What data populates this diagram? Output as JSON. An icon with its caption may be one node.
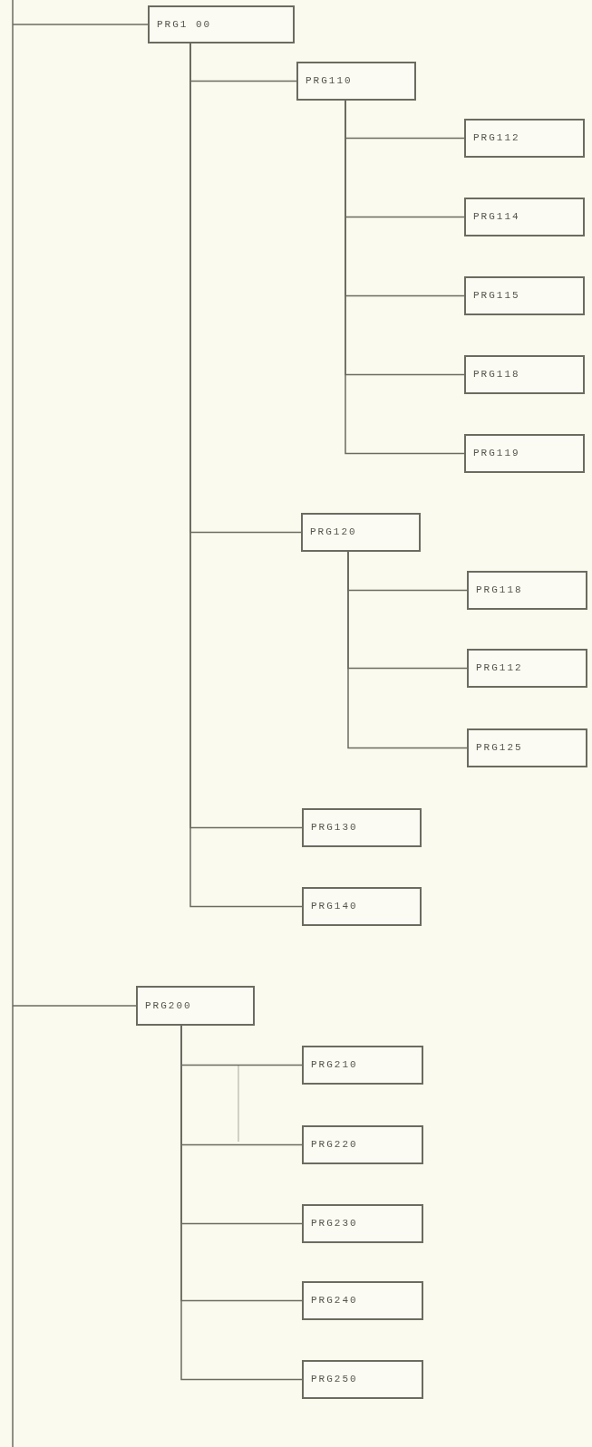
{
  "diagram": {
    "nodes": [
      {
        "text": [
          "PRG1 00"
        ]
      },
      {
        "text": [
          "PRG110"
        ]
      },
      {
        "text": [
          "PRG112"
        ]
      },
      {
        "text": [
          "PRG114"
        ]
      },
      {
        "text": [
          "PRG115"
        ]
      },
      {
        "text": [
          "PRG118"
        ]
      },
      {
        "text": [
          "PRG119"
        ]
      },
      {
        "text": [
          "PRG120"
        ]
      },
      {
        "text": [
          "PRG118"
        ]
      },
      {
        "text": [
          "PRG112"
        ]
      },
      {
        "text": [
          "PRG125"
        ]
      },
      {
        "text": [
          "PRG130"
        ]
      },
      {
        "text": [
          "PRG140"
        ]
      },
      {
        "text": [
          "PRG200"
        ]
      },
      {
        "text": [
          "PRG210"
        ]
      },
      {
        "text": [
          "PRG220"
        ]
      },
      {
        "text": [
          "PRG230"
        ]
      },
      {
        "text": [
          "PRG240"
        ]
      },
      {
        "text": [
          "PRG250"
        ]
      }
    ],
    "edges": [
      {
        "from": null,
        "to": 0,
        "arrow": "none"
      },
      {
        "from": 0,
        "to": 1,
        "arrow": "none"
      },
      {
        "from": 1,
        "to": 2,
        "arrow": "none"
      },
      {
        "from": 1,
        "to": 3,
        "arrow": "none"
      },
      {
        "from": 1,
        "to": 4,
        "arrow": "none"
      },
      {
        "from": 1,
        "to": 5,
        "arrow": "none"
      },
      {
        "from": 1,
        "to": 6,
        "arrow": "none"
      },
      {
        "from": 0,
        "to": 7,
        "arrow": "none"
      },
      {
        "from": 7,
        "to": 8,
        "arrow": "none"
      },
      {
        "from": 7,
        "to": 9,
        "arrow": "none"
      },
      {
        "from": 7,
        "to": 10,
        "arrow": "none"
      },
      {
        "from": 0,
        "to": 11,
        "arrow": "none"
      },
      {
        "from": 0,
        "to": 12,
        "arrow": "none"
      },
      {
        "from": null,
        "to": 13,
        "arrow": "none"
      },
      {
        "from": 13,
        "to": 14,
        "arrow": "none"
      },
      {
        "from": 13,
        "to": 15,
        "arrow": "none"
      },
      {
        "from": 13,
        "to": 16,
        "arrow": "none"
      },
      {
        "from": 13,
        "to": 17,
        "arrow": "none"
      },
      {
        "from": 13,
        "to": 18,
        "arrow": "none"
      }
    ]
  }
}
